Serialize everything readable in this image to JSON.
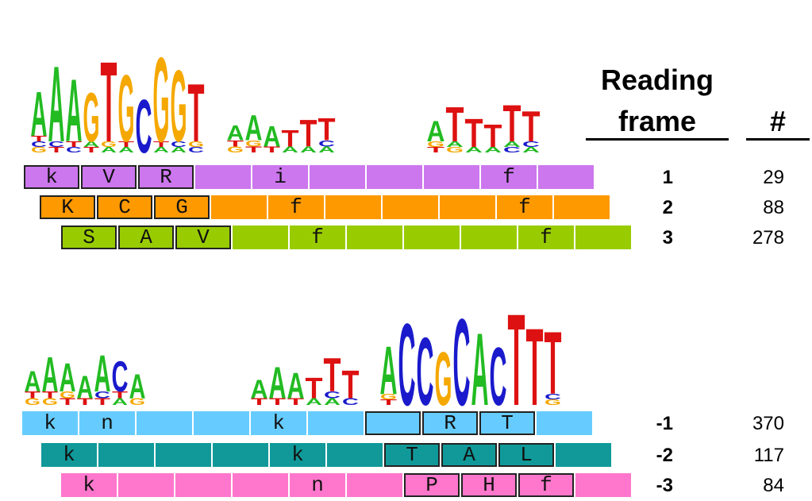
{
  "colors": {
    "A": "#22bb22",
    "C": "#1a1acc",
    "G": "#f5a800",
    "T": "#dd1111"
  },
  "header": {
    "reading": "Reading",
    "frame": "frame",
    "count": "#"
  },
  "top_logo": {
    "stacks": [
      {
        "main": "A",
        "sub": [
          "G",
          "C",
          "T"
        ]
      },
      {
        "main": "A",
        "sub": [
          "T",
          "C"
        ]
      },
      {
        "main": "A",
        "sub": [
          "C",
          "T"
        ]
      },
      {
        "main": "G",
        "sub": [
          "T",
          "A"
        ]
      },
      {
        "main": "T",
        "sub": [
          "A",
          "G"
        ]
      },
      {
        "main": "G",
        "sub": [
          "A",
          "T"
        ]
      },
      {
        "main": "C",
        "sub": []
      },
      {
        "main": "G",
        "sub": [
          "A",
          "T"
        ]
      },
      {
        "main": "G",
        "sub": [
          "A",
          "C"
        ]
      },
      {
        "main": "T",
        "sub": [
          "C",
          "G"
        ]
      },
      {
        "main": "",
        "sub": []
      },
      {
        "main": "A",
        "sub": [
          "G",
          "T"
        ]
      },
      {
        "main": "A",
        "sub": [
          "T",
          "G"
        ]
      },
      {
        "main": "A",
        "sub": [
          "T"
        ]
      },
      {
        "main": "T",
        "sub": [
          "A"
        ]
      },
      {
        "main": "T",
        "sub": [
          "A"
        ]
      },
      {
        "main": "T",
        "sub": [
          "A",
          "C"
        ]
      },
      {
        "main": "",
        "sub": []
      },
      {
        "main": "",
        "sub": []
      },
      {
        "main": "",
        "sub": []
      },
      {
        "main": "A",
        "sub": [
          "T",
          "G"
        ]
      },
      {
        "main": "T",
        "sub": [
          "G",
          "A"
        ]
      },
      {
        "main": "T",
        "sub": [
          "A"
        ]
      },
      {
        "main": "T",
        "sub": [
          "A"
        ]
      },
      {
        "main": "T",
        "sub": [
          "C",
          "A"
        ]
      },
      {
        "main": "T",
        "sub": [
          "A",
          "C"
        ]
      }
    ]
  },
  "bottom_logo": {
    "stacks": [
      {
        "main": "A",
        "sub": [
          "G",
          "T"
        ]
      },
      {
        "main": "A",
        "sub": [
          "G",
          "T"
        ]
      },
      {
        "main": "A",
        "sub": [
          "T",
          "G"
        ]
      },
      {
        "main": "A",
        "sub": [
          "T"
        ]
      },
      {
        "main": "A",
        "sub": [
          "T",
          "C"
        ]
      },
      {
        "main": "C",
        "sub": [
          "A",
          "T"
        ]
      },
      {
        "main": "A",
        "sub": [
          "G"
        ]
      },
      {
        "main": "",
        "sub": []
      },
      {
        "main": "",
        "sub": []
      },
      {
        "main": "",
        "sub": []
      },
      {
        "main": "",
        "sub": []
      },
      {
        "main": "A",
        "sub": [
          "T"
        ]
      },
      {
        "main": "A",
        "sub": [
          "T"
        ]
      },
      {
        "main": "A",
        "sub": [
          "T"
        ]
      },
      {
        "main": "T",
        "sub": [
          "A"
        ]
      },
      {
        "main": "T",
        "sub": [
          "A",
          "C"
        ]
      },
      {
        "main": "T",
        "sub": [
          "C"
        ]
      },
      {
        "main": "A",
        "sub": [
          "T",
          "G"
        ]
      },
      {
        "main": "C",
        "sub": []
      },
      {
        "main": "C",
        "sub": []
      },
      {
        "main": "G",
        "sub": []
      },
      {
        "main": "C",
        "sub": []
      },
      {
        "main": "A",
        "sub": []
      },
      {
        "main": "C",
        "sub": []
      },
      {
        "main": "T",
        "sub": []
      },
      {
        "main": "T",
        "sub": []
      },
      {
        "main": "T",
        "sub": [
          "G",
          "C"
        ]
      }
    ]
  },
  "frames": [
    {
      "label": "1",
      "count": "29",
      "color": "#cc77ee",
      "cells": [
        {
          "t": "k",
          "b": true
        },
        {
          "t": "V",
          "b": true
        },
        {
          "t": "R",
          "b": true
        },
        {
          "t": "",
          "b": false
        },
        {
          "t": "i",
          "b": false
        },
        {
          "t": "",
          "b": false
        },
        {
          "t": "",
          "b": false
        },
        {
          "t": "",
          "b": false
        },
        {
          "t": "f",
          "b": false
        },
        {
          "t": "",
          "b": false
        }
      ]
    },
    {
      "label": "2",
      "count": "88",
      "color": "#ff9900",
      "cells": [
        {
          "t": "K",
          "b": true
        },
        {
          "t": "C",
          "b": true
        },
        {
          "t": "G",
          "b": true
        },
        {
          "t": "",
          "b": false
        },
        {
          "t": "f",
          "b": false
        },
        {
          "t": "",
          "b": false
        },
        {
          "t": "",
          "b": false
        },
        {
          "t": "",
          "b": false
        },
        {
          "t": "f",
          "b": false
        },
        {
          "t": "",
          "b": false
        }
      ]
    },
    {
      "label": "3",
      "count": "278",
      "color": "#99cc00",
      "cells": [
        {
          "t": "S",
          "b": true
        },
        {
          "t": "A",
          "b": true
        },
        {
          "t": "V",
          "b": true
        },
        {
          "t": "",
          "b": false
        },
        {
          "t": "f",
          "b": false
        },
        {
          "t": "",
          "b": false
        },
        {
          "t": "",
          "b": false
        },
        {
          "t": "",
          "b": false
        },
        {
          "t": "f",
          "b": false
        },
        {
          "t": "",
          "b": false
        }
      ]
    },
    {
      "label": "-1",
      "count": "370",
      "color": "#66ccff",
      "cells": [
        {
          "t": "k",
          "b": false
        },
        {
          "t": "n",
          "b": false
        },
        {
          "t": "",
          "b": false
        },
        {
          "t": "",
          "b": false
        },
        {
          "t": "k",
          "b": false
        },
        {
          "t": "",
          "b": false
        },
        {
          "t": "",
          "b": true
        },
        {
          "t": "R",
          "b": true
        },
        {
          "t": "T",
          "b": true
        },
        {
          "t": "",
          "b": false
        }
      ]
    },
    {
      "label": "-2",
      "count": "117",
      "color": "#119999",
      "cells": [
        {
          "t": "k",
          "b": false
        },
        {
          "t": "",
          "b": false
        },
        {
          "t": "",
          "b": false
        },
        {
          "t": "",
          "b": false
        },
        {
          "t": "k",
          "b": false
        },
        {
          "t": "",
          "b": false
        },
        {
          "t": "T",
          "b": true
        },
        {
          "t": "A",
          "b": true
        },
        {
          "t": "L",
          "b": true
        },
        {
          "t": "",
          "b": false
        }
      ]
    },
    {
      "label": "-3",
      "count": "84",
      "color": "#ff77cc",
      "cells": [
        {
          "t": "k",
          "b": false
        },
        {
          "t": "",
          "b": false
        },
        {
          "t": "",
          "b": false
        },
        {
          "t": "",
          "b": false
        },
        {
          "t": "n",
          "b": false
        },
        {
          "t": "",
          "b": false
        },
        {
          "t": "P",
          "b": true
        },
        {
          "t": "H",
          "b": true
        },
        {
          "t": "f",
          "b": true
        },
        {
          "t": "",
          "b": false
        }
      ]
    }
  ]
}
